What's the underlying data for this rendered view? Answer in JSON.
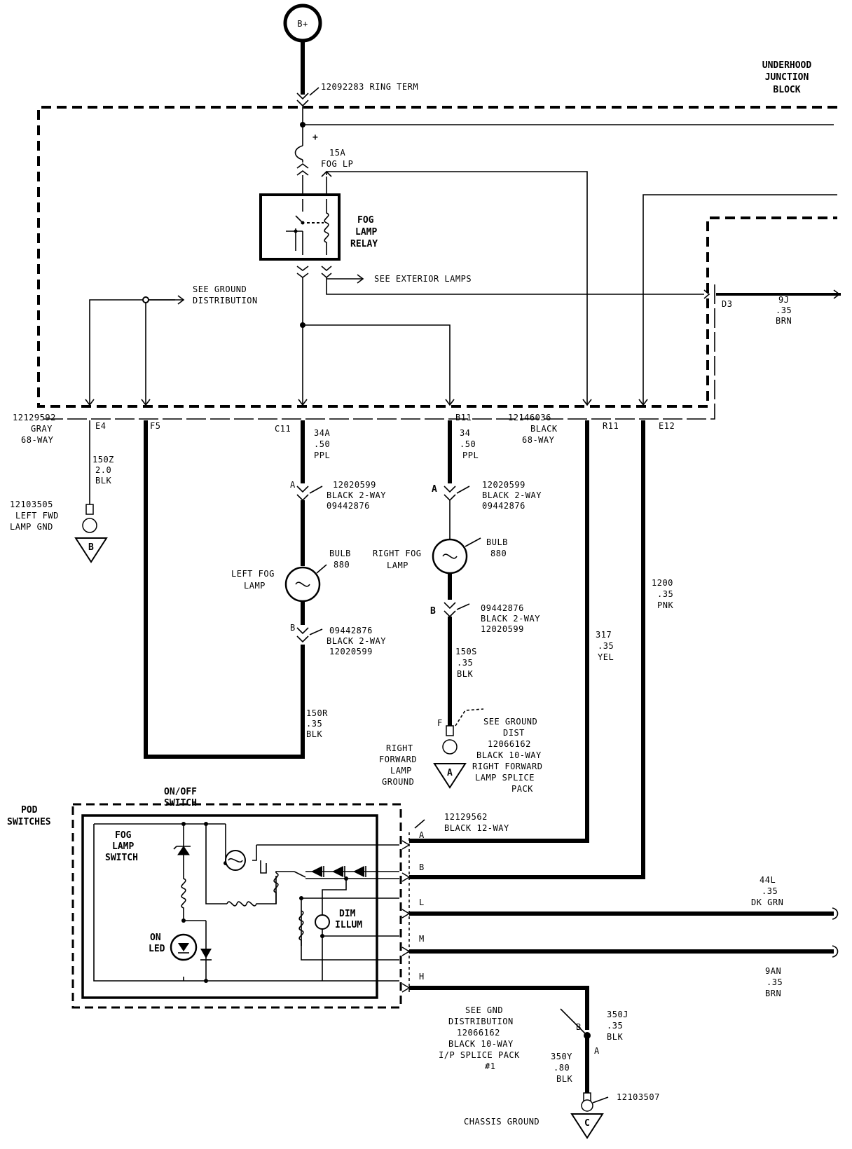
{
  "labels": {
    "battery": "B+",
    "ring_term": "12092283  RING TERM",
    "underhood": [
      "UNDERHOOD",
      "JUNCTION",
      "BLOCK"
    ],
    "fuse": [
      "15A",
      "FOG LP"
    ],
    "relay": [
      "FOG",
      "LAMP",
      "RELAY"
    ],
    "see_exterior": "SEE EXTERIOR LAMPS",
    "see_ground_dist": [
      "SEE GROUND",
      "DISTRIBUTION"
    ],
    "d3": "D3",
    "wire_9j": [
      "9J",
      ".35",
      "BRN"
    ],
    "conn_left": [
      "12129592",
      "GRAY",
      "68-WAY"
    ],
    "conn_right": [
      "12146036",
      "BLACK",
      "68-WAY"
    ],
    "pin_e4": "E4",
    "pin_f5": "F5",
    "pin_c11": "C11",
    "pin_b11": "B11",
    "pin_r11": "R11",
    "pin_e12": "E12",
    "wire_150z": [
      "150Z",
      "2.0",
      "BLK"
    ],
    "left_gnd": [
      "12103505",
      "LEFT FWD",
      "LAMP GND"
    ],
    "gnd_b": "B",
    "wire_34a": [
      "34A",
      ".50",
      "PPL"
    ],
    "wire_34": [
      "34",
      ".50",
      "PPL"
    ],
    "pin_a_left": "A",
    "pin_a_right": "A",
    "conn_2way_left_a": [
      "12020599",
      "BLACK 2-WAY",
      "09442876"
    ],
    "conn_2way_right_a": [
      "12020599",
      "BLACK 2-WAY",
      "09442876"
    ],
    "bulb_left": [
      "BULB",
      "880"
    ],
    "bulb_right": [
      "BULB",
      "880"
    ],
    "left_fog_lamp": [
      "LEFT FOG",
      "LAMP"
    ],
    "right_fog_lamp": [
      "RIGHT FOG",
      "LAMP"
    ],
    "pin_b_left": "B",
    "pin_b_right": "B",
    "conn_2way_left_b": [
      "09442876",
      "BLACK 2-WAY",
      "12020599"
    ],
    "conn_2way_right_b": [
      "09442876",
      "BLACK 2-WAY",
      "12020599"
    ],
    "wire_150r": [
      "150R",
      ".35",
      "BLK"
    ],
    "wire_150s": [
      "150S",
      ".35",
      "BLK"
    ],
    "pin_f": "F",
    "right_gnd_name": [
      "RIGHT",
      "FORWARD",
      "LAMP",
      "GROUND"
    ],
    "right_gnd_info": [
      "SEE GROUND",
      "DIST",
      "12066162",
      "BLACK 10-WAY",
      "RIGHT FORWARD",
      "LAMP SPLICE",
      "PACK"
    ],
    "gnd_a": "A",
    "wire_317": [
      "317",
      ".35",
      "YEL"
    ],
    "wire_1200": [
      "1200",
      ".35",
      "PNK"
    ],
    "onoff": [
      "ON/OFF",
      "SWITCH"
    ],
    "pod": [
      "POD",
      "SWITCHES"
    ],
    "fog_lamp_switch": [
      "FOG",
      "LAMP",
      "SWITCH"
    ],
    "on_led": [
      "ON",
      "LED"
    ],
    "dim_illum": [
      "DIM",
      "ILLUM"
    ],
    "conn_12way": [
      "12129562",
      "BLACK 12-WAY"
    ],
    "pins_12way": [
      "A",
      "B",
      "L",
      "M",
      "H"
    ],
    "wire_44l": [
      "44L",
      ".35",
      "DK GRN"
    ],
    "wire_9an": [
      "9AN",
      ".35",
      "BRN"
    ],
    "wire_350j": [
      "350J",
      ".35",
      "BLK"
    ],
    "wire_350y": [
      "350Y",
      ".80",
      "BLK"
    ],
    "splice_pins": [
      "B",
      "A"
    ],
    "gnd_dist_ip": [
      "SEE GND",
      "DISTRIBUTION",
      "12066162",
      "BLACK 10-WAY",
      "I/P SPLICE PACK",
      "#1"
    ],
    "chassis_term": "12103507",
    "chassis_ground": "CHASSIS GROUND",
    "gnd_c": "C"
  }
}
